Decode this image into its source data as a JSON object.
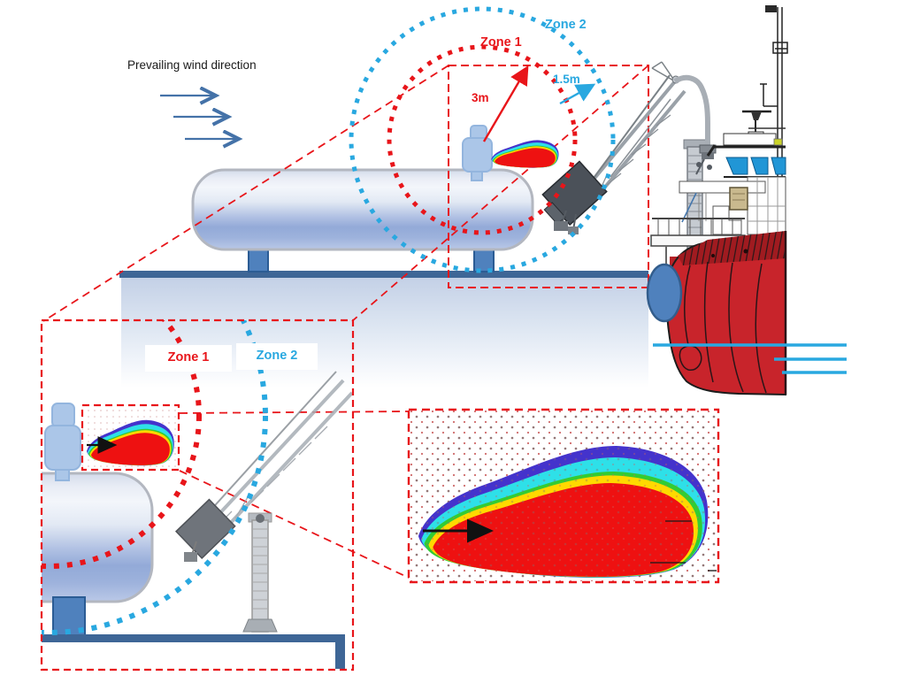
{
  "labels": {
    "wind": "Prevailing wind direction",
    "zone1": "Zone 1",
    "zone2": "Zone 2",
    "zone1_radius": "3m",
    "zone2_radius": "1.5m",
    "inset_zone1": "Zone 1",
    "inset_zone2": "Zone 2"
  },
  "colors": {
    "zone1_red": "#e8151a",
    "zone2_cyan": "#29a8e0",
    "structure_blue": "#3e6696",
    "support_blue": "#4f81bd",
    "tank_blue": "#93aad8",
    "hull_red": "#c8242b",
    "window_blue": "#2196d6",
    "fender_blue": "#4f81bd",
    "plume_core_red": "#ee1111",
    "plume_yellow": "#ffd900",
    "plume_green": "#33cc33",
    "plume_cyan": "#2ee0e8",
    "plume_outer_blue": "#4433cc",
    "wind_arrow_blue": "#4472a8"
  },
  "icons": {
    "wind_arrow": "→",
    "radius_arrow": "→",
    "plume_flow_arrow": "→"
  }
}
